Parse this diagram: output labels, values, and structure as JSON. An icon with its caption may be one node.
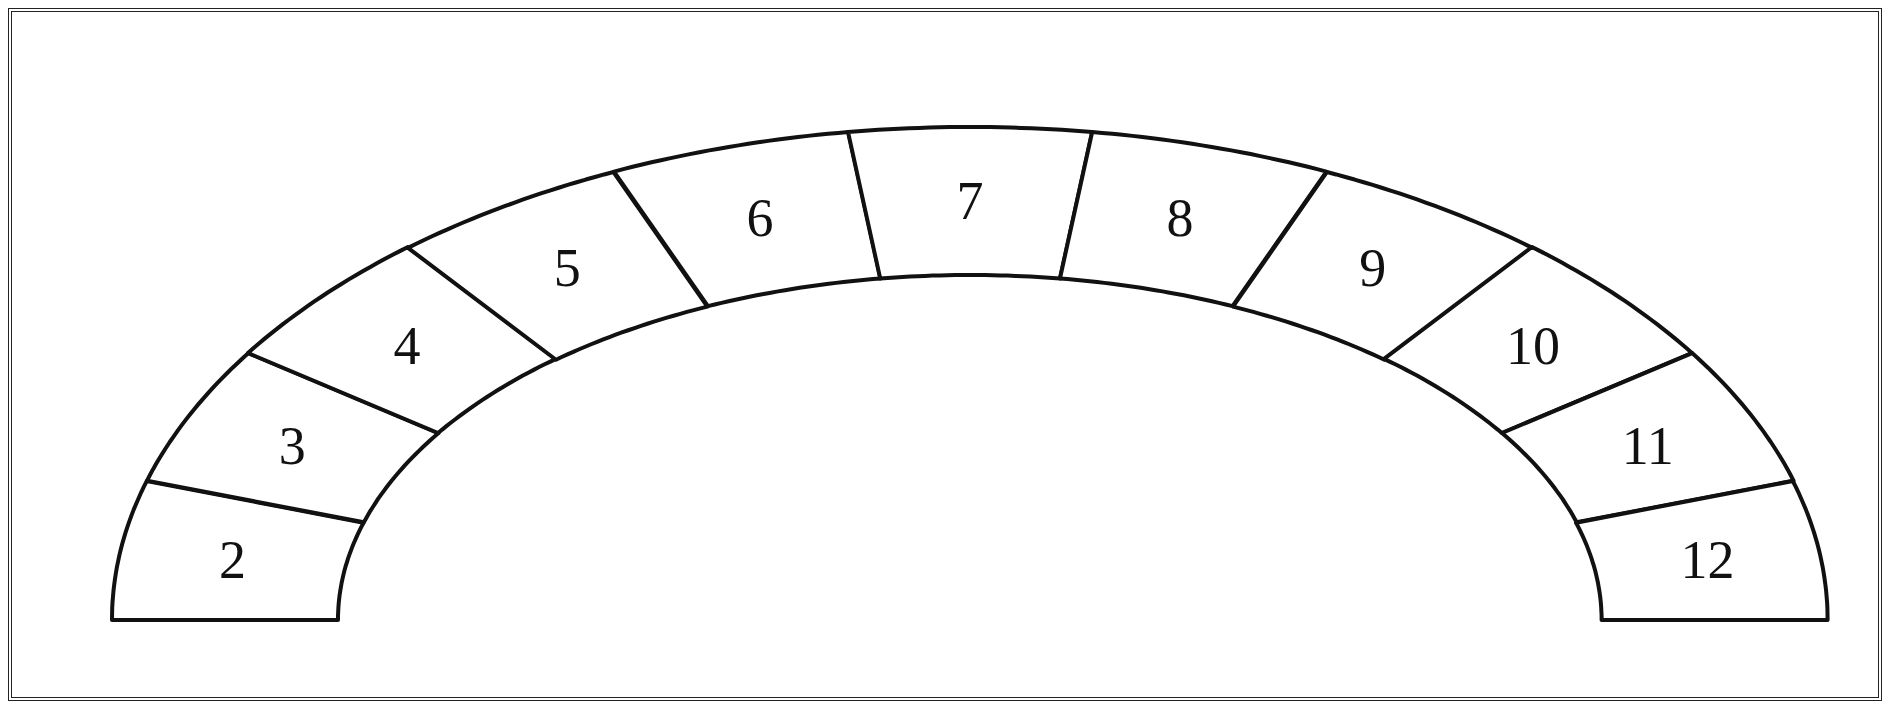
{
  "diagram": {
    "nodes": [
      {
        "text": [
          "2"
        ]
      },
      {
        "text": [
          "3"
        ]
      },
      {
        "text": [
          "4"
        ]
      },
      {
        "text": [
          "5"
        ]
      },
      {
        "text": [
          "6"
        ]
      },
      {
        "text": [
          "7"
        ]
      },
      {
        "text": [
          "8"
        ]
      },
      {
        "text": [
          "9"
        ]
      },
      {
        "text": [
          "10"
        ]
      },
      {
        "text": [
          "11"
        ]
      },
      {
        "text": [
          "12"
        ]
      }
    ]
  }
}
